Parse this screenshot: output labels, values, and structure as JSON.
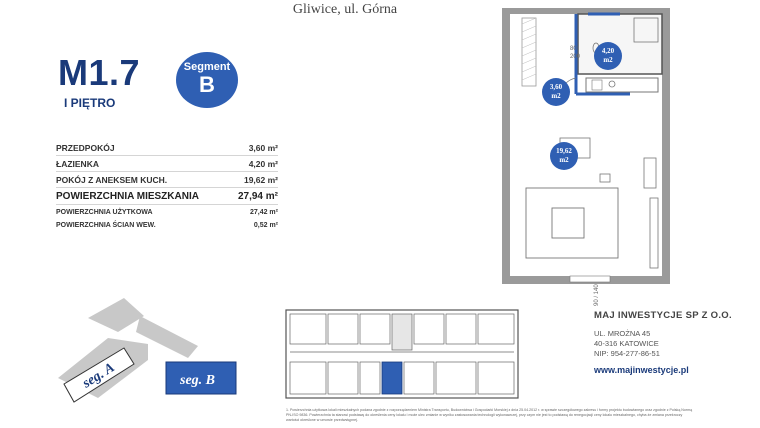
{
  "header": {
    "title": "Gliwice, ul. Górna"
  },
  "apartment": {
    "code": "M1.7",
    "floor": "I PIĘTRO"
  },
  "segment": {
    "label": "Segment",
    "letter": "B"
  },
  "areas": [
    {
      "name": "PRZEDPOKÓJ",
      "value": "3,60 m²"
    },
    {
      "name": "ŁAZIENKA",
      "value": "4,20 m²"
    },
    {
      "name": "POKÓJ Z ANEKSEM KUCH.",
      "value": "19,62 m²"
    }
  ],
  "total": {
    "name": "POWIERZCHNIA MIESZKANIA",
    "value": "27,94 m²"
  },
  "extra": [
    {
      "name": "POWIERZCHNIA UŻYTKOWA",
      "value": "27,42 m²"
    },
    {
      "name": "POWIERZCHNIA ŚCIAN WEW.",
      "value": "0,52 m²"
    }
  ],
  "plan": {
    "rooms": [
      {
        "area": "4,20",
        "unit": "m2"
      },
      {
        "area": "3,60",
        "unit": "m2"
      },
      {
        "area": "19,62",
        "unit": "m2"
      }
    ],
    "door_dims": {
      "width": "80",
      "height": "200"
    },
    "window_dims": "90 / 140",
    "accent": "#2f5fb3"
  },
  "segments_map": {
    "seg_a": "seg. A",
    "seg_b": "seg. B"
  },
  "company": {
    "name": "MAJ INWESTYCJE SP Z O.O.",
    "street": "UL. MROŻNA 45",
    "city": "40-316 KATOWICE",
    "nip": "NIP: 954-277-86-51",
    "website": "www.majinwestycje.pl"
  },
  "footnote": "1. Powierzchnia użytkowa lokali mieszkalnych podana zgodnie z rozporządzeniem Ministra Transportu, Budownictwa i Gospodarki Morskiej z dnia 25.04.2012 r. w sprawie szczegółowego zakresu i formy projektu budowlanego oraz zgodnie z Polską Normą PN-ISO 9836. Powierzchnia ta stanowi podstawę do określenia ceny lokalu i może ulec zmianie w wyniku zastosowania technologii wykonawczej, przy czym nie jest to podstawą do renegocjacji ceny lokalu mieszkalnego, chyba że zmiana przekroczy wartości określone w umowie przedwstępnej."
}
